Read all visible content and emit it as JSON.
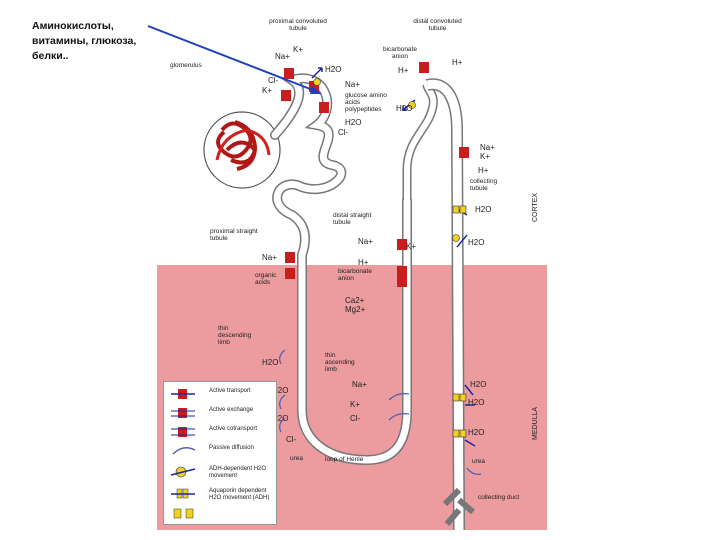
{
  "caption": "Аминокислоты, витамины, глюкоза, белки..",
  "labels": {
    "proximal_convoluted": "proximal convoluted tubule",
    "distal_convoluted": "distal convoluted tubule",
    "glomerulus": "glomerulus",
    "bicarbonate_top": "bicarbonate anion",
    "solutes": "glucose amino acids polypeptides",
    "collecting_tubule": "collecting tubule",
    "cortex": "CORTEX",
    "medulla": "MEDULLA",
    "distal_straight": "distal straight tubule",
    "proximal_straight": "proximal straight tubule",
    "organic_acids": "organic acids",
    "bicarbonate_mid": "bicarbonate anion",
    "thin_descending": "thin descending limb",
    "thin_ascending": "thin ascending limb",
    "loop_of_henle": "loop of Henle",
    "collecting_duct": "collecting duct",
    "urea_left": "urea",
    "urea_right": "urea"
  },
  "ions": {
    "na_pct": "Na+",
    "k_pct": "K+",
    "h2o_pct": "H2O",
    "cl_pct": "Cl-",
    "k_pct2": "K+",
    "na_solute": "Na+",
    "h2o_pct2": "H2O",
    "cl_pct2": "Cl-",
    "h_dct": "H+",
    "h_plus_dct2": "H+",
    "h2o_dct": "H2O",
    "na_ct": "Na+",
    "k_ct": "K+",
    "h_ct": "H+",
    "h2o_ct": "H2O",
    "h2o_ct2": "H2O",
    "na_dst": "Na+",
    "k_dst": "K+",
    "na_pst": "Na+",
    "h_mid": "H+",
    "ca_mg": "Ca2+ Mg2+",
    "h2o_thin1": "H2O",
    "h2o_thin2": "H2O",
    "h2o_thin3": "H2O",
    "na_asc": "Na+",
    "k_asc": "K+",
    "cl_asc": "Cl-",
    "cl_left": "Cl-",
    "h2o_cd1": "H2O",
    "h2o_cd2": "H2O",
    "h2o_cd3": "H2O"
  },
  "legend": [
    {
      "icon": "active-transport-icon",
      "text": "Active transport"
    },
    {
      "icon": "active-exchange-icon",
      "text": "Active exchange"
    },
    {
      "icon": "active-cotransport-icon",
      "text": "Active cotransport"
    },
    {
      "icon": "passive-diffusion-icon",
      "text": "Passive diffusion"
    },
    {
      "icon": "adh-dependent-icon",
      "text": "ADH-dependent H2O movement"
    },
    {
      "icon": "aquaporin-icon",
      "text": "Aquaporin dependent H2O movement (ADH)"
    }
  ],
  "colors": {
    "transporter": "#c81e1e",
    "medulla": "#ec9b9f",
    "arrow": "#1a2a9a",
    "adh": "#f0d020",
    "pointer": "#1f3fbf"
  }
}
